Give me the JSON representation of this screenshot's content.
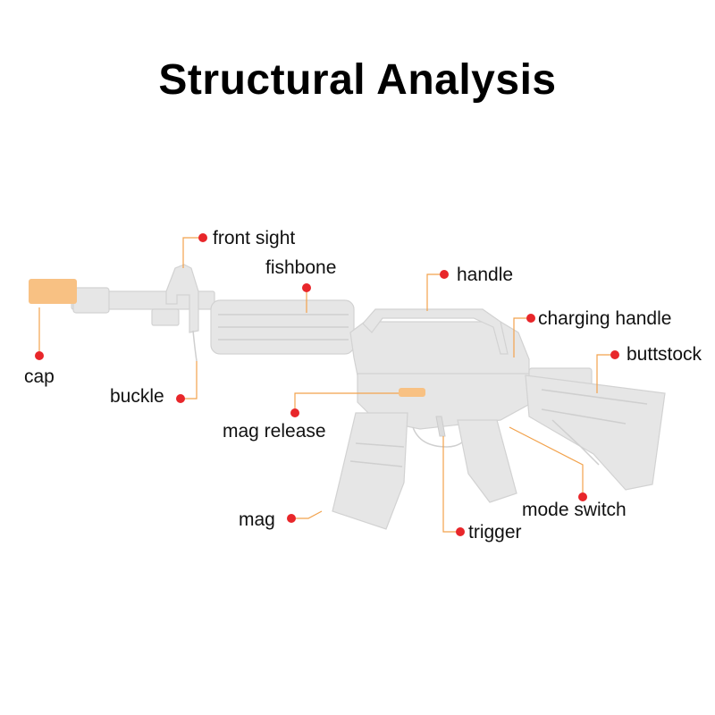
{
  "title": "Structural Analysis",
  "colors": {
    "dot": "#e8262a",
    "leader": "#f2a24c",
    "cap": "#f8c183",
    "body": "#e6e6e6",
    "background": "#ffffff"
  },
  "labels": {
    "front_sight": "front sight",
    "fishbone": "fishbone",
    "handle": "handle",
    "charging_handle": "charging handle",
    "buttstock": "buttstock",
    "cap": "cap",
    "buckle": "buckle",
    "mag_release": "mag release",
    "mag": "mag",
    "trigger": "trigger",
    "mode_switch": "mode switch"
  }
}
